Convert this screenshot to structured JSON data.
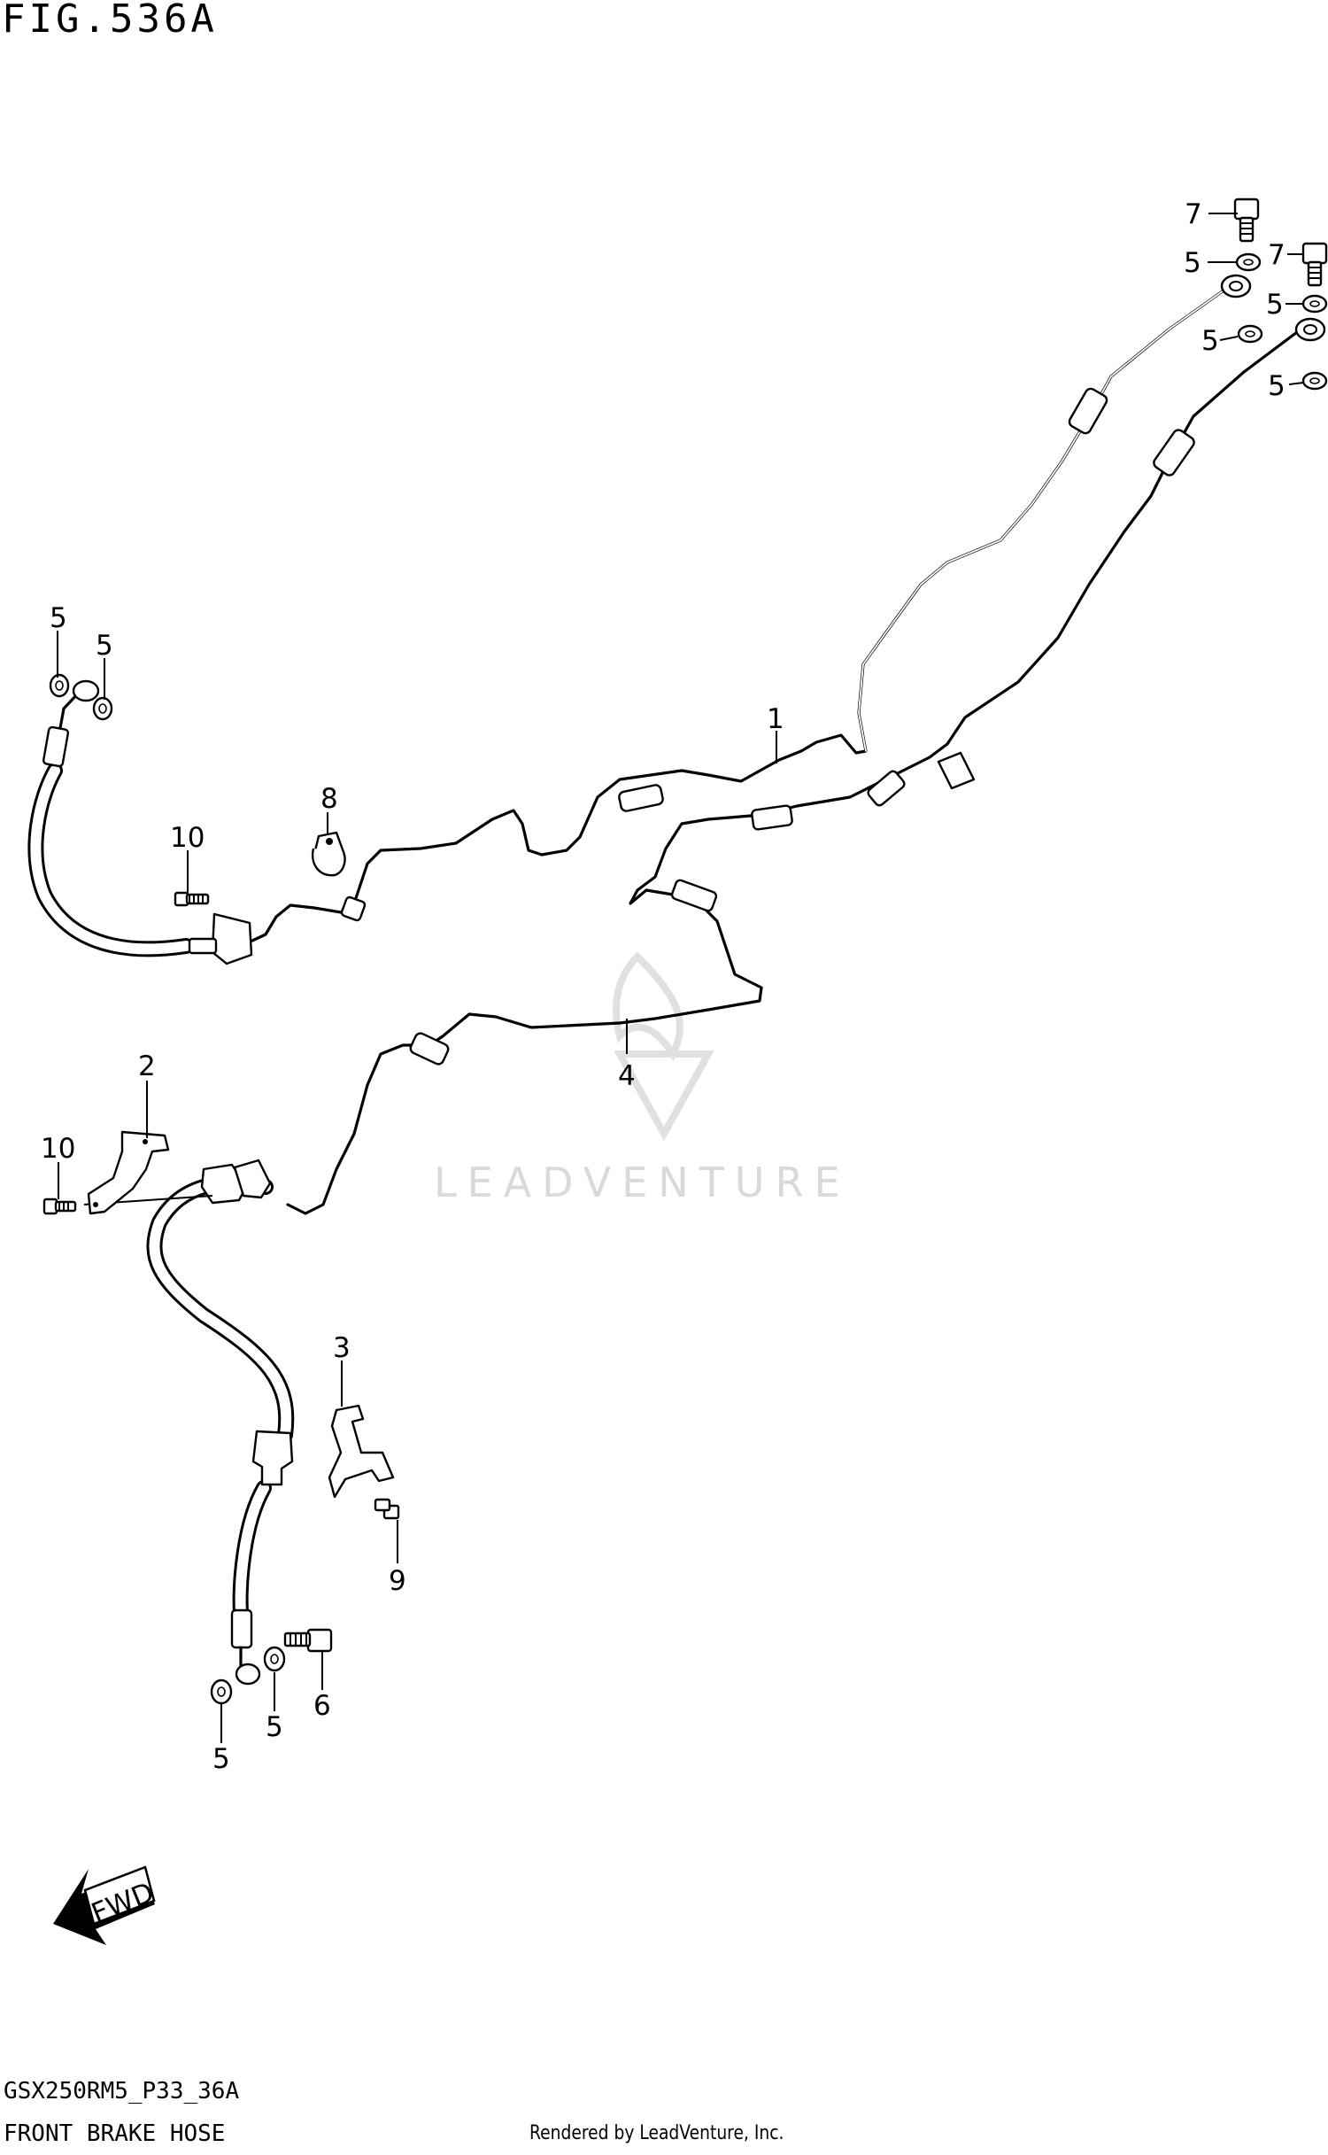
{
  "figure": {
    "title": "FIG.536A",
    "code": "GSX250RM5_P33_36A",
    "caption": "FRONT BRAKE HOSE",
    "rendered_by": "Rendered by LeadVenture, Inc.",
    "watermark": "LEADVENTURE"
  },
  "callouts": {
    "c1": "1",
    "c2": "2",
    "c3": "3",
    "c4": "4",
    "c5": "5",
    "c6": "6",
    "c7": "7",
    "c8": "8",
    "c9": "9",
    "c10": "10"
  },
  "fwd": {
    "label": "FWD",
    "icon": "fwd-arrow-icon"
  },
  "colors": {
    "line": "#000000",
    "background": "#ffffff",
    "watermark": "#d9d9d9"
  }
}
